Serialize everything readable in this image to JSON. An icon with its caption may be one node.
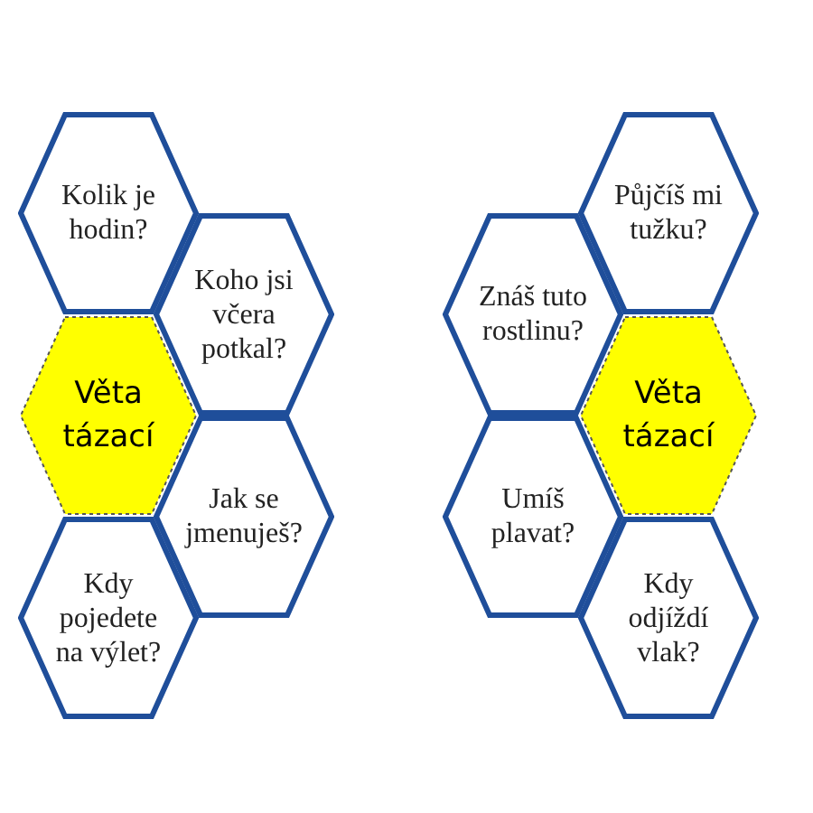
{
  "diagram": {
    "nodes": [
      {
        "text": [
          "Kolik je hodin?"
        ]
      },
      {
        "text": [
          "Koho jsi včera potkal?"
        ]
      },
      {
        "text": [
          "Věta tázací"
        ]
      },
      {
        "text": [
          "Jak se jmenuješ?"
        ]
      },
      {
        "text": [
          "Kdy pojedete na výlet?"
        ]
      },
      {
        "text": [
          "Půjčíš mi tužku?"
        ]
      },
      {
        "text": [
          "Znáš tuto rostlinu?"
        ]
      },
      {
        "text": [
          "Věta tázací"
        ]
      },
      {
        "text": [
          "Umíš plavat?"
        ]
      },
      {
        "text": [
          "Kdy odjíždí vlak?"
        ]
      }
    ],
    "edges": []
  }
}
